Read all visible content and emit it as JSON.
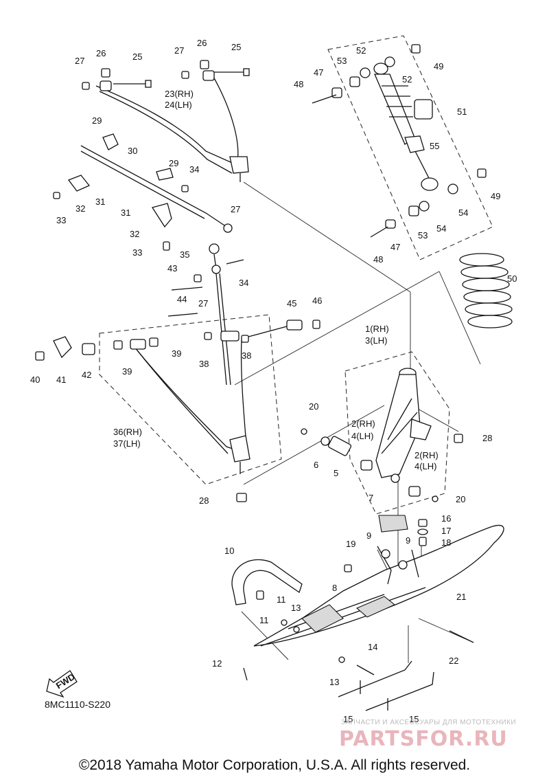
{
  "diagram_code": "8MC1110-S220",
  "copyright": "©2018 Yamaha Motor Corporation, U.S.A. All rights reserved.",
  "fwd_label": "FWD",
  "watermark": {
    "tagline": "ЗАПЧАСТИ И АКСЕССУАРЫ ДЛЯ МОТОТЕХНИКИ",
    "logo": "PARTSFOR.RU"
  },
  "callouts": [
    "1(RH)",
    "3(LH)",
    "2(RH)",
    "4(LH)",
    "2(RH)",
    "4(LH)",
    "5",
    "6",
    "7",
    "8",
    "9",
    "9",
    "10",
    "11",
    "11",
    "12",
    "13",
    "13",
    "14",
    "15",
    "15",
    "16",
    "17",
    "18",
    "19",
    "20",
    "20",
    "21",
    "22",
    "23(RH)",
    "24(LH)",
    "25",
    "25",
    "26",
    "26",
    "27",
    "27",
    "27",
    "27",
    "28",
    "28",
    "29",
    "29",
    "30",
    "31",
    "31",
    "32",
    "32",
    "33",
    "33",
    "34",
    "34",
    "35",
    "36(RH)",
    "37(LH)",
    "38",
    "38",
    "39",
    "39",
    "40",
    "41",
    "42",
    "43",
    "44",
    "45",
    "46",
    "47",
    "47",
    "48",
    "48",
    "49",
    "49",
    "50",
    "51",
    "52",
    "52",
    "53",
    "53",
    "54",
    "54",
    "55"
  ],
  "icons": [
    "fwd-arrow-icon"
  ]
}
